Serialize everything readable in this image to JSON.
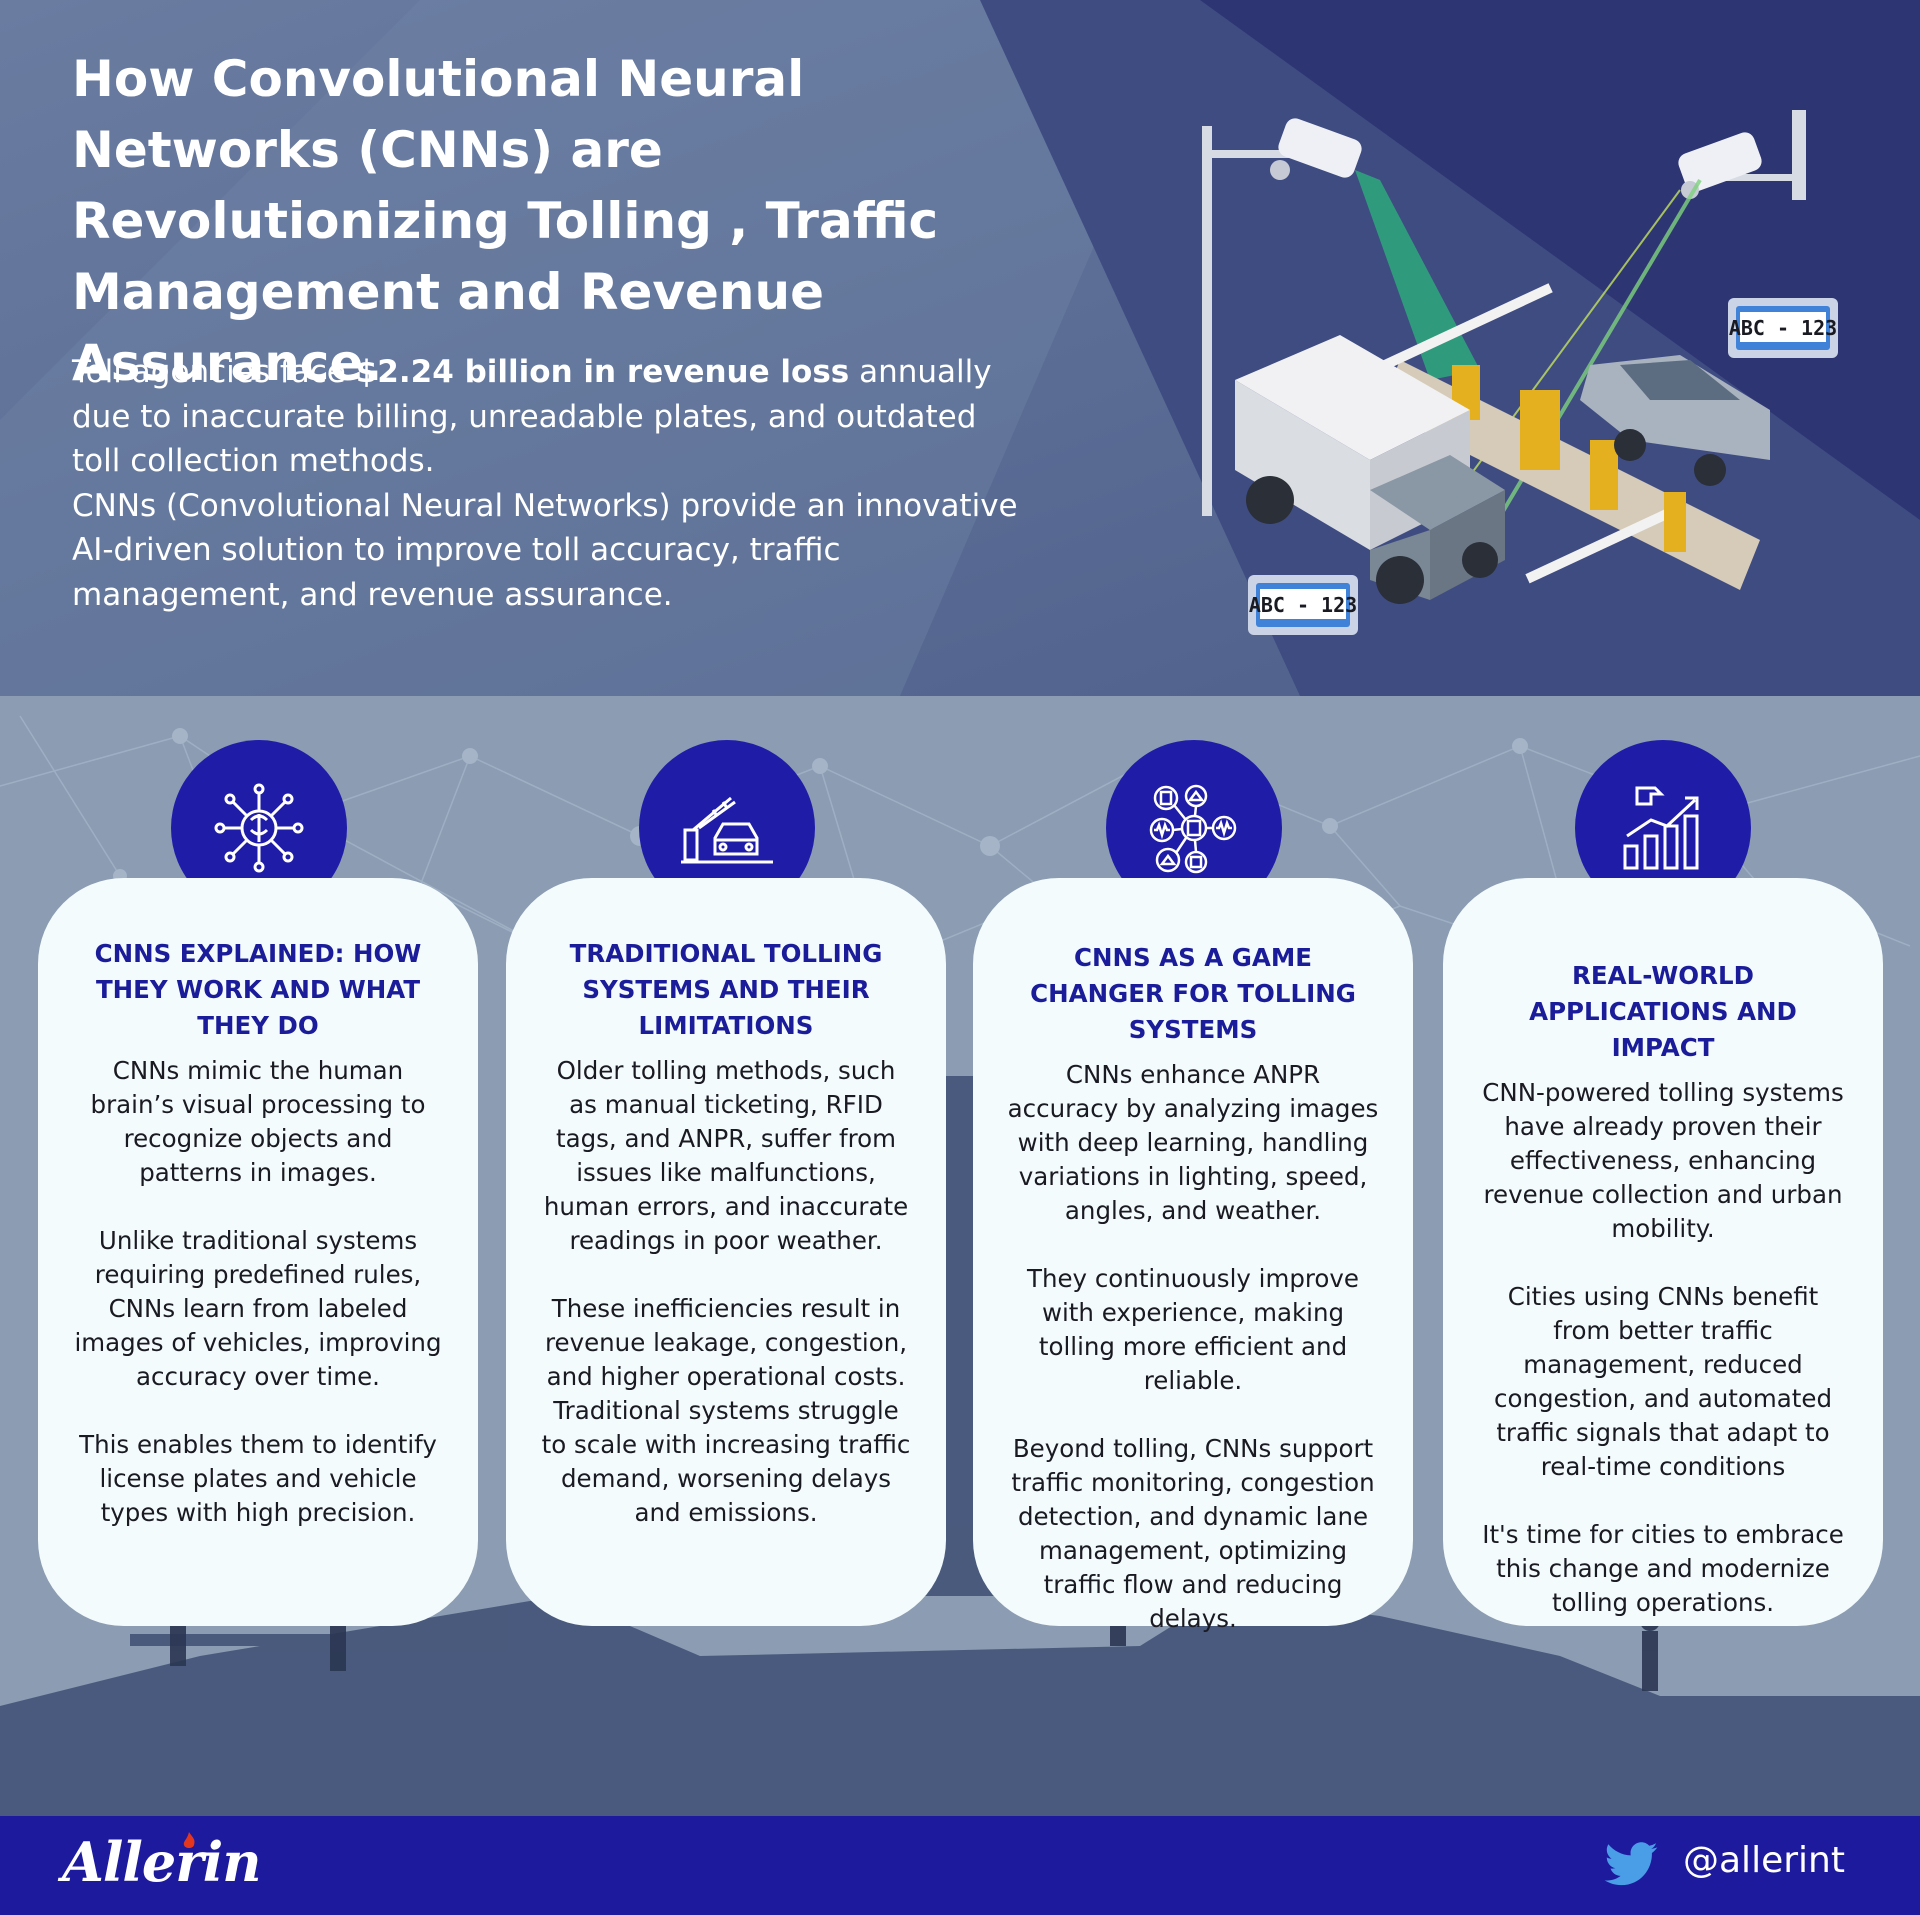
{
  "hero": {
    "title": "How Convolutional Neural Networks (CNNs) are Revolutionizing Tolling , Traffic Management and Revenue Assurance.",
    "intro_prefix": "Toll agencies face ",
    "intro_highlight": "$2.24 billion in revenue loss",
    "intro_suffix": " annually due to inaccurate billing, unreadable plates, and outdated toll collection methods.",
    "intro_second": "CNNs (Convolutional Neural Networks) provide an innovative AI-driven solution to improve toll accuracy, traffic management, and revenue assurance.",
    "plate_text": "ABC - 123"
  },
  "cards": [
    {
      "icon": "brain-network-icon",
      "title": "CNNS EXPLAINED: HOW THEY WORK AND WHAT THEY DO",
      "paragraphs": [
        "CNNs mimic the human brain’s visual processing to recognize objects and patterns in images.",
        "Unlike traditional systems requiring predefined rules, CNNs learn from labeled images of vehicles, improving accuracy over time.",
        "This enables them to identify license plates and vehicle types with high precision."
      ]
    },
    {
      "icon": "toll-barrier-car-icon",
      "title": "TRADITIONAL TOLLING SYSTEMS AND THEIR LIMITATIONS",
      "paragraphs": [
        "Older tolling methods, such as manual ticketing, RFID tags, and ANPR, suffer from issues like malfunctions, human errors, and inaccurate readings in poor weather.",
        "These inefficiencies result in revenue leakage, congestion, and higher operational costs. Traditional systems struggle to scale with increasing traffic demand, worsening delays and emissions."
      ]
    },
    {
      "icon": "data-network-icon",
      "title": "CNNS AS A GAME CHANGER FOR TOLLING SYSTEMS",
      "paragraphs": [
        "CNNs enhance ANPR accuracy by analyzing images with deep learning, handling variations in lighting, speed, angles, and weather.",
        "They continuously improve with experience, making tolling more efficient and reliable.",
        "Beyond tolling, CNNs support traffic monitoring, congestion detection, and dynamic lane management, optimizing traffic flow and reducing delays."
      ]
    },
    {
      "icon": "growth-chart-icon",
      "title": "REAL-WORLD APPLICATIONS AND IMPACT",
      "paragraphs": [
        "CNN-powered tolling systems have already proven their effectiveness, enhancing revenue collection and urban mobility.",
        "Cities using CNNs benefit from better traffic management, reduced congestion, and automated traffic signals that adapt to real-time conditions",
        "It's time for cities to embrace this change and modernize tolling operations."
      ]
    }
  ],
  "footer": {
    "logo": "Allerin",
    "handle": "@allerint"
  },
  "colors": {
    "accent": "#1f1ca8",
    "title_blue": "#1b1c99",
    "card_bg": "#f3fbfc",
    "footer": "#1d1a9e"
  }
}
